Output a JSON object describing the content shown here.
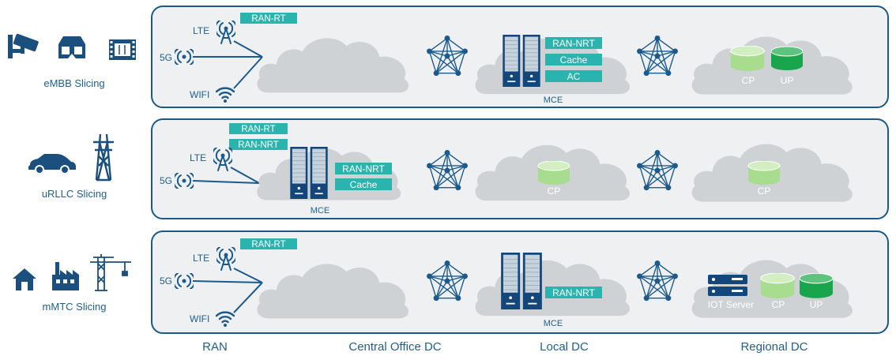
{
  "colors": {
    "panel_bg": "#eef0f2",
    "panel_border": "#1b5a84",
    "cloud": "#cfd2d5",
    "tag": "#2bb3ad",
    "navy": "#13467a",
    "mesh": "#1a5a8c",
    "db_light": "#a8dc8e",
    "db_dark": "#19a54c",
    "label_text": "#1f5f8b",
    "icon": "#1b4f7d"
  },
  "icons": {
    "camera": "security-camera-icon",
    "vr": "vr-glasses-icon",
    "film": "film-strip-icon",
    "car": "car-icon",
    "tower": "power-tower-icon",
    "house": "house-icon",
    "factory": "factory-icon",
    "crane": "crane-icon",
    "server": "server-rack-icon",
    "mesh": "network-mesh-icon",
    "database": "database-cylinder-icon",
    "wifi": "wifi-icon",
    "antenna": "antenna-icon",
    "iot": "iot-server-icon"
  },
  "slices": [
    {
      "label": "eMBB Slicing",
      "ran": {
        "lte": "LTE",
        "g5": "5G",
        "wifi": "WIFI",
        "tags": [
          "RAN-RT"
        ]
      },
      "mce_cloud": {
        "tags": [
          "RAN-NRT",
          "Cache",
          "AC"
        ],
        "label": "MCE"
      },
      "regional": {
        "cp": "CP",
        "up": "UP"
      }
    },
    {
      "label": "uRLLC Slicing",
      "ran": {
        "lte": "LTE",
        "g5": "5G",
        "tags": [
          "RAN-RT",
          "RAN-NRT"
        ]
      },
      "mce_ran": {
        "tags": [
          "RAN-NRT",
          "Cache"
        ],
        "label": "MCE"
      },
      "local": {
        "cp": "CP"
      },
      "regional": {
        "cp": "CP"
      }
    },
    {
      "label": "mMTC Slicing",
      "ran": {
        "lte": "LTE",
        "g5": "5G",
        "wifi": "WIFI",
        "tags": [
          "RAN-RT"
        ]
      },
      "mce_cloud": {
        "tags": [
          "RAN-NRT"
        ],
        "label": "MCE"
      },
      "regional": {
        "iot": "IOT Server",
        "cp": "CP",
        "up": "UP"
      }
    }
  ],
  "columns": [
    "RAN",
    "Central Office DC",
    "Local DC",
    "Regional DC"
  ]
}
